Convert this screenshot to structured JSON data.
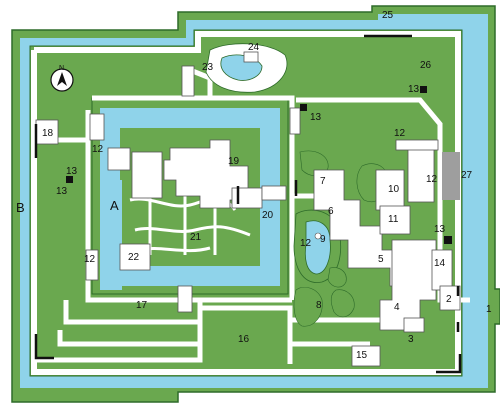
{
  "map": {
    "colors": {
      "moat": "#8fd3ea",
      "grounds": "#6aa84f",
      "outline": "#2e6b2a",
      "paths": "#ffffff",
      "buildings": "#ffffff",
      "building_outline": "#555555",
      "gate_marks": "#111111",
      "grey_block": "#9e9e9e"
    },
    "compass": {
      "label": "N",
      "icon": "north-arrow-icon"
    },
    "zone_letters": [
      "A",
      "B"
    ],
    "numbered_labels": [
      "1",
      "2",
      "3",
      "4",
      "5",
      "6",
      "7",
      "8",
      "9",
      "10",
      "11",
      "12",
      "12",
      "12",
      "12",
      "12",
      "13",
      "13",
      "13",
      "13",
      "13",
      "14",
      "15",
      "16",
      "17",
      "18",
      "19",
      "20",
      "21",
      "22",
      "23",
      "24",
      "25",
      "26",
      "27"
    ],
    "marker_label": "13"
  }
}
